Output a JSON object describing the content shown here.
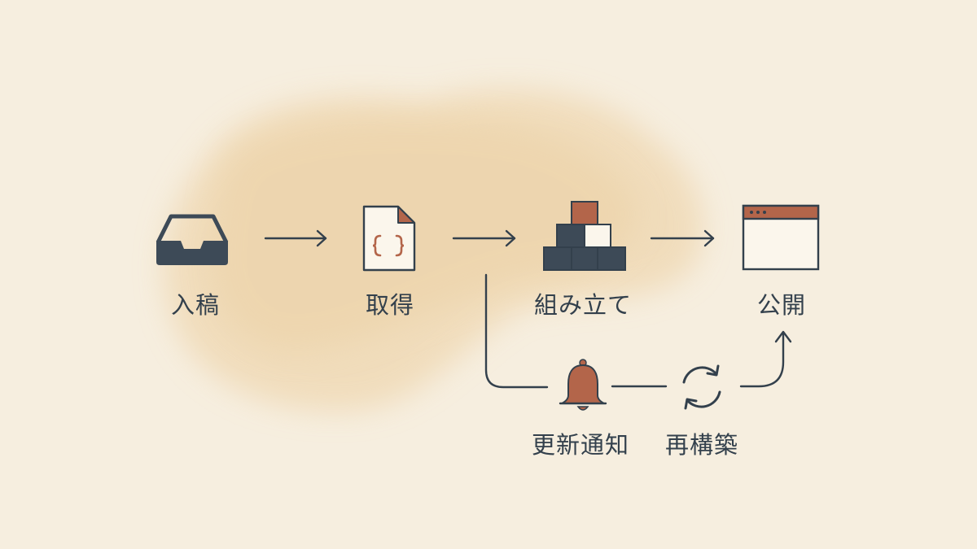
{
  "colors": {
    "background": "#f6eedf",
    "wash": "#efd9b4",
    "ink": "#33404c",
    "accent": "#b3654a",
    "fill_dark": "#3d4a57",
    "paper": "#fbf6ec"
  },
  "nodes": [
    {
      "id": "intake",
      "label": "入稿",
      "icon": "inbox-tray-icon"
    },
    {
      "id": "fetch",
      "label": "取得",
      "icon": "json-document-icon"
    },
    {
      "id": "assemble",
      "label": "組み立て",
      "icon": "stacked-blocks-icon"
    },
    {
      "id": "publish",
      "label": "公開",
      "icon": "browser-window-icon"
    },
    {
      "id": "notify",
      "label": "更新通知",
      "icon": "bell-icon"
    },
    {
      "id": "rebuild",
      "label": "再構築",
      "icon": "refresh-cycle-icon"
    }
  ],
  "edges": [
    {
      "from": "intake",
      "to": "fetch"
    },
    {
      "from": "fetch",
      "to": "assemble"
    },
    {
      "from": "assemble",
      "to": "publish"
    },
    {
      "from": "fetch",
      "to": "notify"
    },
    {
      "from": "notify",
      "to": "rebuild"
    },
    {
      "from": "rebuild",
      "to": "publish"
    }
  ]
}
